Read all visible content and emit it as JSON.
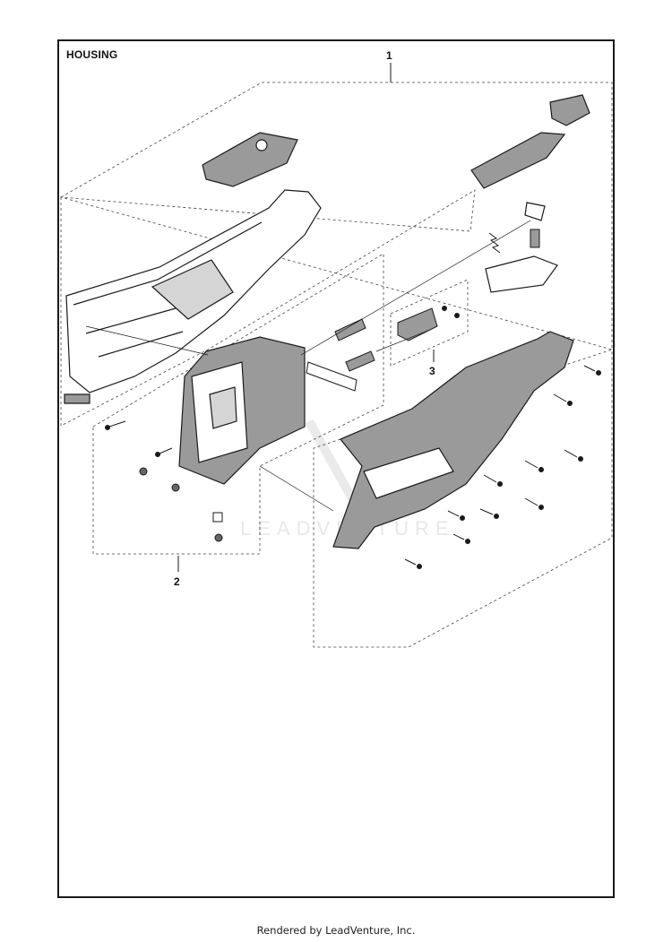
{
  "diagram": {
    "title": "HOUSING",
    "callouts": [
      {
        "id": "callout-1",
        "label": "1"
      },
      {
        "id": "callout-2",
        "label": "2"
      },
      {
        "id": "callout-3",
        "label": "3"
      }
    ],
    "watermark": "LEADVENTURE"
  },
  "footer": {
    "text": "Rendered by LeadVenture, Inc."
  },
  "colors": {
    "line": "#1a1a1a",
    "shade": "#9a9a9a",
    "watermark": "#e6e6e6"
  }
}
